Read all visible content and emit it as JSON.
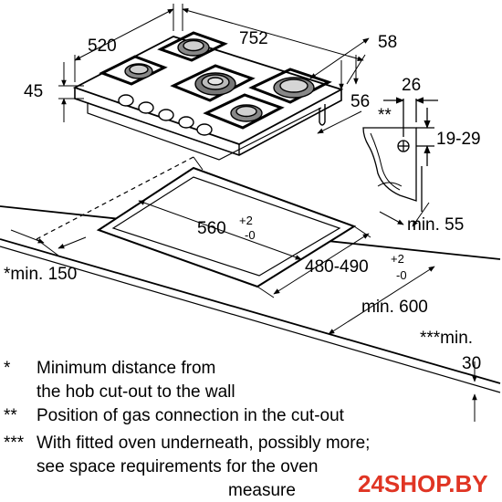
{
  "dimensions": {
    "width_520": "520",
    "width_752": "752",
    "depth_58": "58",
    "height_45": "45",
    "offset_56": "56",
    "bracket_26": "26",
    "bracket_19_29": "19-29",
    "gas_marker": "**",
    "cutout_width": "560",
    "cutout_width_tol_plus": "+2",
    "cutout_width_tol_minus": "-0",
    "cutout_depth": "480-490",
    "cutout_depth_tol_plus": "+2",
    "cutout_depth_tol_minus": "-0",
    "min_55": "min. 55",
    "min_150": "*min. 150",
    "min_600": "min. 600",
    "min_30_label": "***min.",
    "min_30_value": "30"
  },
  "notes": [
    {
      "mark": "*",
      "text": "Minimum distance from"
    },
    {
      "mark": "",
      "text": "the hob cut-out to the wall"
    },
    {
      "mark": "**",
      "text": "Position of gas connection in the cut-out"
    },
    {
      "mark": "***",
      "text": "With fitted oven underneath, possibly more;"
    },
    {
      "mark": "",
      "text": "see space requirements for the oven"
    },
    {
      "mark": "",
      "text": "measure"
    }
  ],
  "watermark": {
    "text": "24SHOP.BY"
  }
}
